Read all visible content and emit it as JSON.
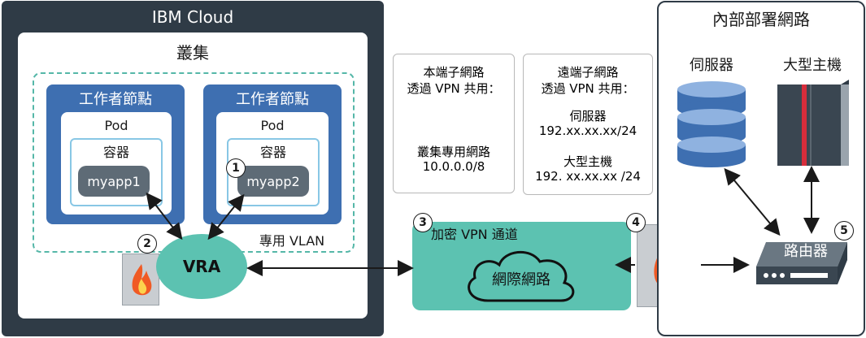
{
  "ibm_cloud": {
    "title": "IBM Cloud",
    "cluster": {
      "title": "叢集",
      "workers": [
        {
          "title": "工作者節點",
          "pod": "Pod",
          "container": "容器",
          "app": "myapp1"
        },
        {
          "title": "工作者節點",
          "pod": "Pod",
          "container": "容器",
          "app": "myapp2"
        }
      ],
      "vra": "VRA",
      "vlan": "專用 VLAN"
    }
  },
  "local_subnets": {
    "heading": [
      "本端子網路",
      "透過 VPN 共用："
    ],
    "cluster_label": "叢集專用網路",
    "cluster_value": "10.0.0.0/8"
  },
  "remote_subnets": {
    "heading": [
      "遠端子網路",
      "透過 VPN 共用："
    ],
    "server_label": "伺服器",
    "server_value": "192.xx.xx.xx/24",
    "mainframe_label": "大型主機",
    "mainframe_value": "192. xx.xx.xx /24"
  },
  "tunnel": {
    "label": "加密 VPN 通道",
    "internet": "網際網路"
  },
  "onprem": {
    "title": "內部部署網路",
    "server": "伺服器",
    "mainframe": "大型主機",
    "router": "路由器"
  },
  "badges": [
    "1",
    "2",
    "3",
    "4",
    "5"
  ],
  "colors": {
    "dark": "#2f3b46",
    "teal": "#5cc2b1",
    "blue": "#3e6fb1",
    "app_grey": "#5e6b76",
    "light_blue": "#88c7e5",
    "flame": "#f05a24"
  }
}
